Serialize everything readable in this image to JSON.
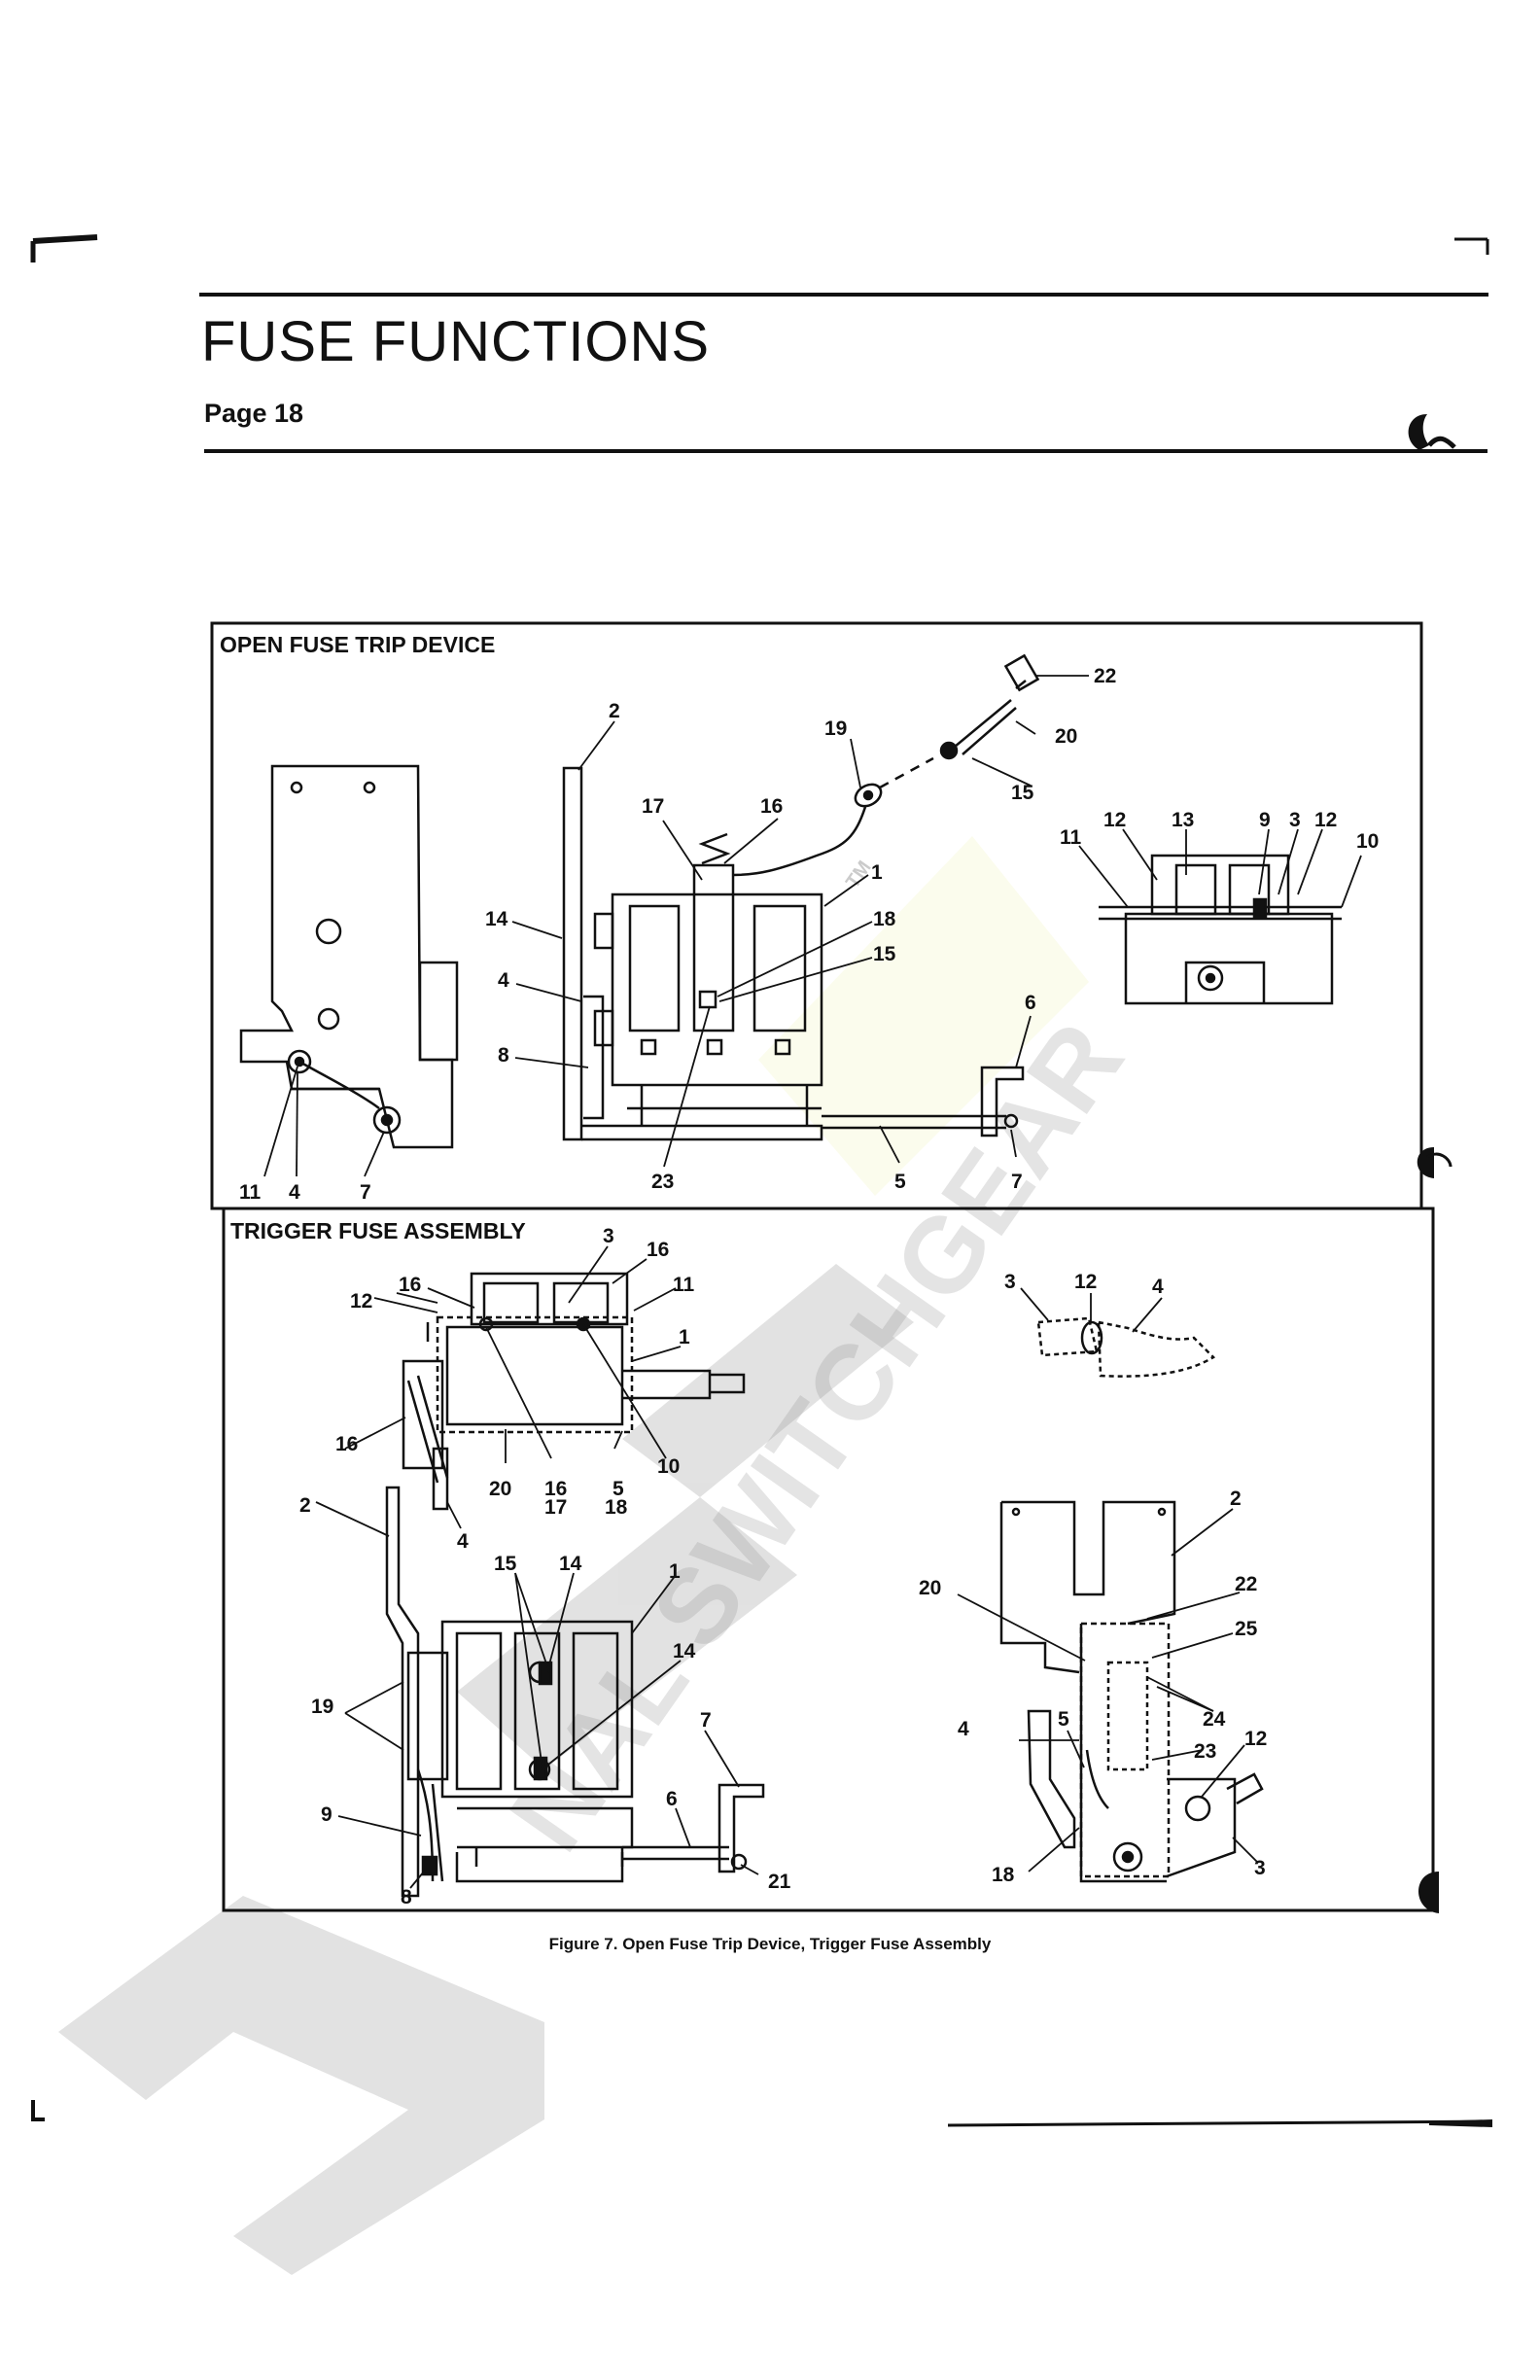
{
  "header": {
    "title": "FUSE FUNCTIONS",
    "page": "Page 18"
  },
  "figure": {
    "panel_top_title": "OPEN FUSE TRIP DEVICE",
    "panel_bottom_title": "TRIGGER FUSE ASSEMBLY",
    "caption": "Figure 7. Open Fuse Trip Device, Trigger Fuse Assembly"
  },
  "watermark": {
    "text": "NAL SWITCHGEAR",
    "tm": "TM"
  }
}
